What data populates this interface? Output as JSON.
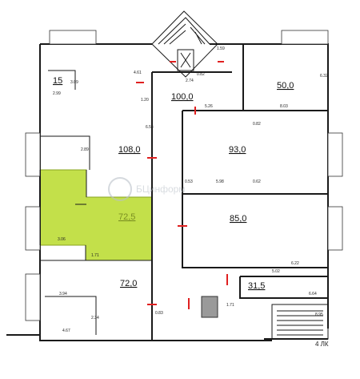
{
  "rooms": [
    {
      "id": "r100",
      "label": "100,0"
    },
    {
      "id": "r50",
      "label": "50,0"
    },
    {
      "id": "r108",
      "label": "108,0"
    },
    {
      "id": "r93",
      "label": "93,0"
    },
    {
      "id": "r85",
      "label": "85,0"
    },
    {
      "id": "r72_5",
      "label": "72,5",
      "highlighted": true
    },
    {
      "id": "r72",
      "label": "72,0"
    },
    {
      "id": "r31_5",
      "label": "31,5"
    },
    {
      "id": "r15",
      "label": "15"
    }
  ],
  "dimensions": {
    "d_4_61": "4.61",
    "d_1_20": "1.20",
    "d_6_54": "6.54",
    "d_3_09": "3.09",
    "d_2_74": "2.74",
    "d_0_82": "0.82",
    "d_1_59": "1.59",
    "d_5_26": "5.26",
    "d_8_03": "8.03",
    "d_6_32": "6.32",
    "d_2_99": "2.99",
    "d_2_89": "2.89",
    "d_0_53": "0.53",
    "d_5_98": "5.98",
    "d_3_06": "3.06",
    "d_1_71": "1.71",
    "d_6_22": "6.22",
    "d_5_02": "5.02",
    "d_6_64": "6.64",
    "d_3_94": "3.94",
    "d_2_34": "2.34",
    "d_4_67": "4.67",
    "d_0_83": "0.83",
    "d_0_62": "0.62",
    "d_1_71b": "1.71",
    "d_8_95": "8.95"
  },
  "watermark": "БЦинформ",
  "corner_label": "4 ЛК",
  "colors": {
    "highlight": "#c3e04a",
    "door": "#e02020",
    "wall": "#1a1a1a"
  }
}
